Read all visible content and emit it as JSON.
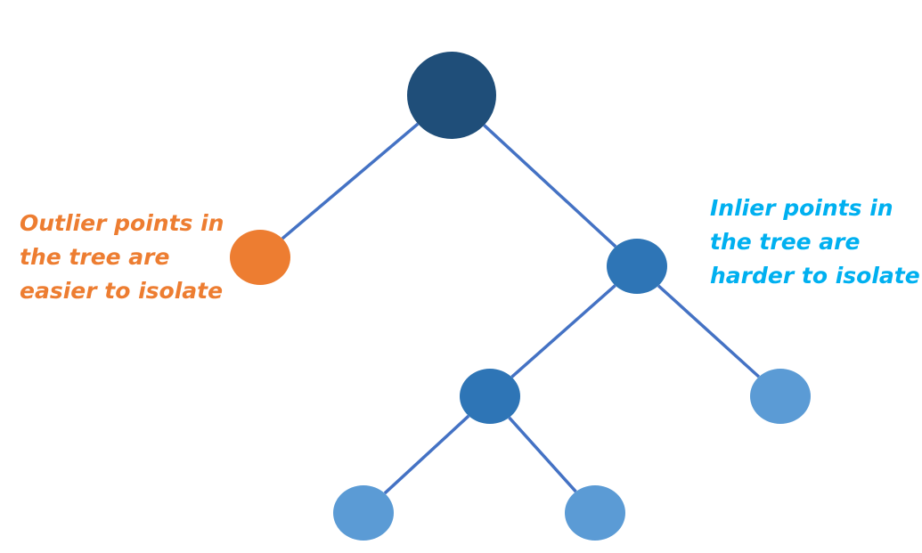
{
  "outlier_label": {
    "lines": [
      "Outlier points in",
      "the tree are",
      "easier to isolate"
    ],
    "color": "#ED7D31"
  },
  "inlier_label": {
    "lines": [
      "Inlier points in",
      "the tree are",
      "harder to isolate"
    ],
    "color": "#00B0F0"
  },
  "colors": {
    "edge": "#4472C4",
    "root": "#1F4E79",
    "outlier_node": "#ED7D31",
    "internal_node": "#2E75B6",
    "leaf_node": "#5B9BD5",
    "background": "#FFFFFF"
  },
  "tree": {
    "nodes": [
      {
        "id": "root",
        "kind": "root"
      },
      {
        "id": "outlier-leaf",
        "kind": "outlier"
      },
      {
        "id": "internal-right",
        "kind": "internal"
      },
      {
        "id": "internal-lower",
        "kind": "internal"
      },
      {
        "id": "leaf-right",
        "kind": "leaf"
      },
      {
        "id": "leaf-bottom-left",
        "kind": "leaf"
      },
      {
        "id": "leaf-bottom-right",
        "kind": "leaf"
      }
    ],
    "edges": [
      {
        "from": "root",
        "to": "outlier-leaf"
      },
      {
        "from": "root",
        "to": "internal-right"
      },
      {
        "from": "internal-right",
        "to": "internal-lower"
      },
      {
        "from": "internal-right",
        "to": "leaf-right"
      },
      {
        "from": "internal-lower",
        "to": "leaf-bottom-left"
      },
      {
        "from": "internal-lower",
        "to": "leaf-bottom-right"
      }
    ]
  }
}
